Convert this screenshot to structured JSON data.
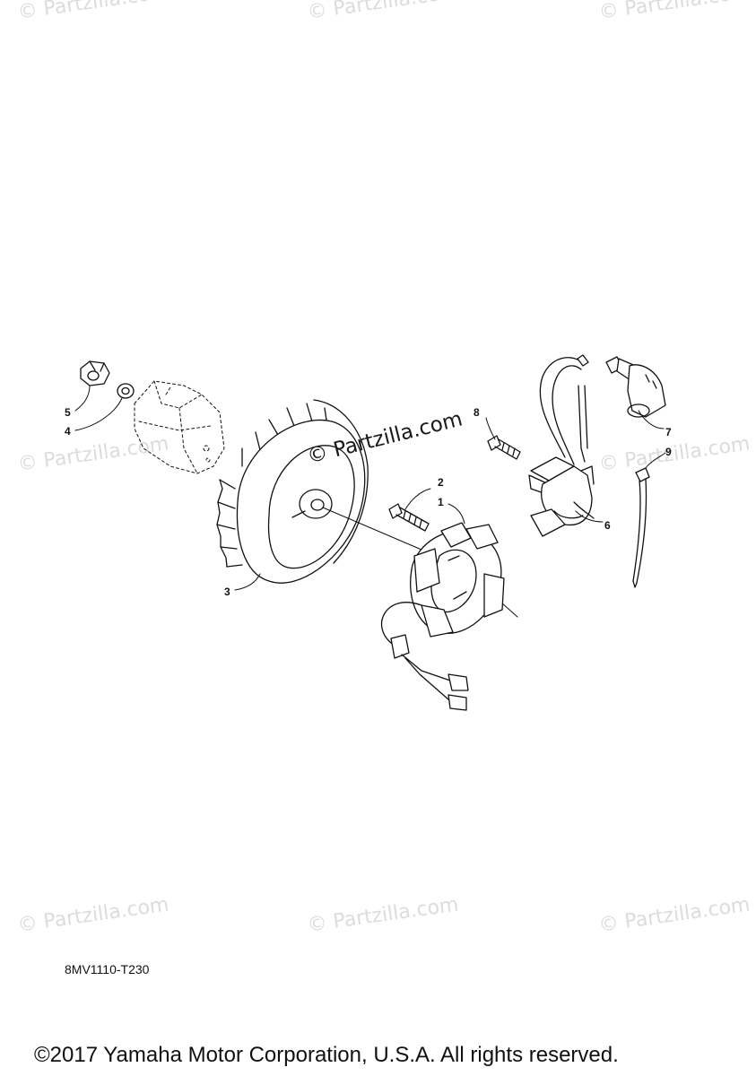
{
  "watermark": "© Partzilla.com",
  "center_watermark": "© Partzilla.com",
  "callouts": {
    "c1": "1",
    "c2": "2",
    "c3": "3",
    "c4": "4",
    "c5": "5",
    "c6": "6",
    "c7": "7",
    "c8": "8",
    "c9": "9"
  },
  "drawing_code": "8MV1110-T230",
  "copyright": "©2017 Yamaha Motor Corporation, U.S.A. All rights reserved."
}
